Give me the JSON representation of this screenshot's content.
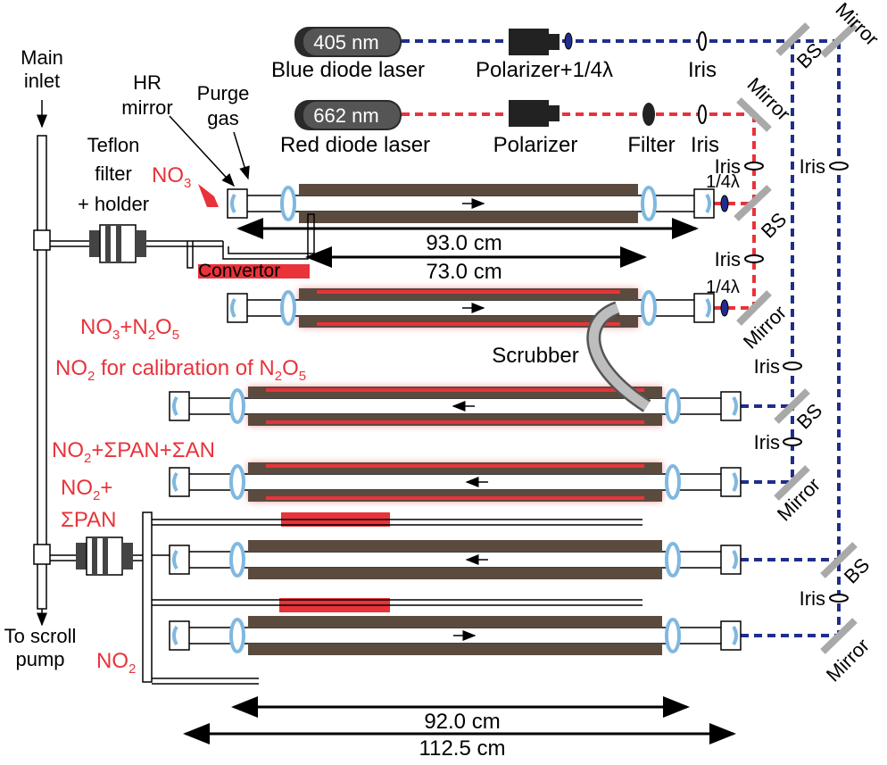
{
  "colors": {
    "blue_beam": "#1f2e8c",
    "red_beam": "#e8333a",
    "cell_body": "#5b4a3e",
    "red_accent": "#e8333a",
    "optic_gray": "#a9a9a9",
    "window_blue": "#7fb8e0",
    "laser_dark": "#2a2a2a"
  },
  "lasers": {
    "blue": {
      "wavelength": "405 nm",
      "name": "Blue diode laser"
    },
    "red": {
      "wavelength": "662 nm",
      "name": "Red diode laser"
    }
  },
  "optics": {
    "polarizer_qw": "Polarizer+1/4λ",
    "polarizer": "Polarizer",
    "filter": "Filter",
    "iris": "Iris",
    "bs": "BS",
    "mirror": "Mirror",
    "quarter_wave": "1/4λ"
  },
  "labels": {
    "main_inlet": [
      "Main",
      "inlet"
    ],
    "hr_mirror": [
      "HR",
      "mirror"
    ],
    "purge_gas": [
      "Purge",
      "gas"
    ],
    "teflon_filter": [
      "Teflon",
      "filter",
      "+ holder"
    ],
    "convertor": "Convertor",
    "scrubber": "Scrubber",
    "scroll_pump": [
      "To scroll",
      "pump"
    ]
  },
  "channels": {
    "no3": {
      "base": "NO",
      "sub": "3"
    },
    "no3_n2o5": {
      "a": "NO",
      "a_sub": "3",
      "b": "+N",
      "b_sub": "2",
      "c": "O",
      "c_sub": "5"
    },
    "calib": {
      "a": "NO",
      "a_sub": "2",
      "b": " for calibration of N",
      "b_sub": "2",
      "c": "O",
      "c_sub": "5"
    },
    "pan_an": {
      "a": "NO",
      "a_sub": "2",
      "b": "+ΣPAN+ΣAN"
    },
    "pan": {
      "a": "NO",
      "a_sub": "2",
      "b": "+",
      "line2": "ΣPAN"
    },
    "no2": {
      "base": "NO",
      "sub": "2"
    }
  },
  "dimensions": {
    "d93": "93.0 cm",
    "d73": "73.0 cm",
    "d92": "92.0 cm",
    "d1125": "112.5 cm"
  }
}
